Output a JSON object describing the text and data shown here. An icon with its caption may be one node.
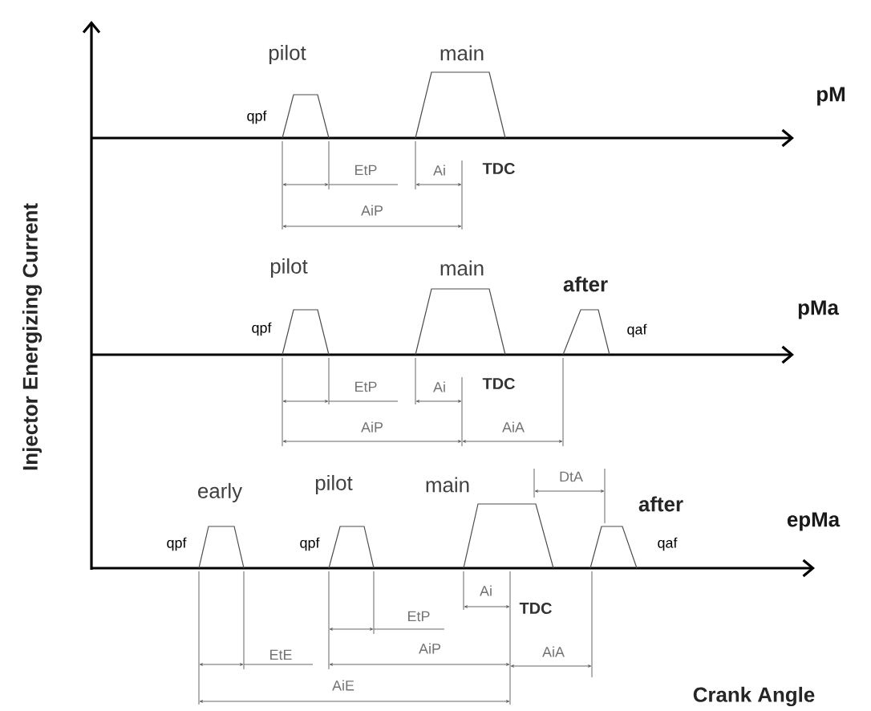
{
  "diagram": {
    "labels": [
      "Injector Energizing Current",
      "pilot",
      "main",
      "pM",
      "qpf",
      "EtP",
      "Ai",
      "TDC",
      "AiP",
      "pilot",
      "main",
      "after",
      "pMa",
      "qpf",
      "qaf",
      "EtP",
      "Ai",
      "TDC",
      "AiP",
      "AiA",
      "DtA",
      "early",
      "pilot",
      "main",
      "after",
      "epMa",
      "qpf",
      "qpf",
      "qaf",
      "Ai",
      "TDC",
      "EtP",
      "EtE",
      "AiP",
      "AiA",
      "AiE",
      "Crank Angle"
    ]
  }
}
